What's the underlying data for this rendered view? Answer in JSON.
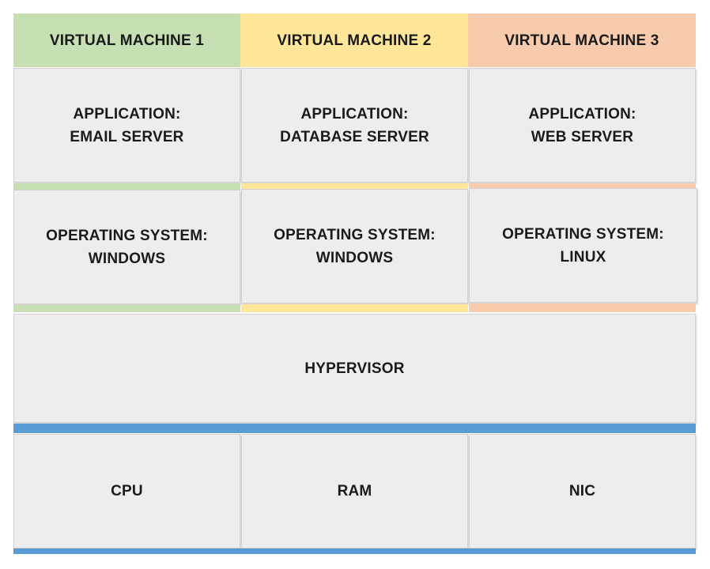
{
  "colors": {
    "vm1": "#c6e0b4",
    "vm2": "#ffe699",
    "vm3": "#f8cbad",
    "cell_bg": "#ededed",
    "bar_blue": "#5b9bd5"
  },
  "virtual_machines": [
    {
      "header": "VIRTUAL MACHINE 1",
      "application_label": "APPLICATION:",
      "application": "EMAIL SERVER",
      "os_label": "OPERATING SYSTEM:",
      "os": "WINDOWS"
    },
    {
      "header": "VIRTUAL MACHINE 2",
      "application_label": "APPLICATION:",
      "application": "DATABASE SERVER",
      "os_label": "OPERATING SYSTEM:",
      "os": "WINDOWS"
    },
    {
      "header": "VIRTUAL MACHINE 3",
      "application_label": "APPLICATION:",
      "application": "WEB SERVER",
      "os_label": "OPERATING SYSTEM:",
      "os": "LINUX"
    }
  ],
  "hypervisor": "HYPERVISOR",
  "hardware": [
    "CPU",
    "RAM",
    "NIC"
  ]
}
